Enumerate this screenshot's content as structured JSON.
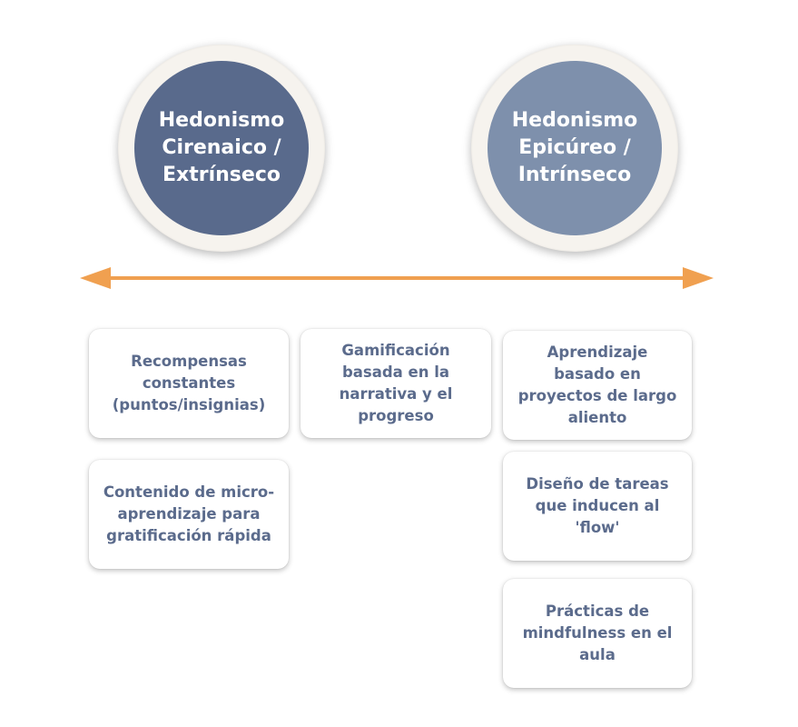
{
  "colors": {
    "left_circle": "#596a8c",
    "right_circle": "#7e90ac",
    "arrow": "#f0a050",
    "card_text": "#5b6b8c"
  },
  "circles": {
    "left": {
      "label": "Hedonismo Cirenaico / Extrínseco"
    },
    "right": {
      "label": "Hedonismo Epicúreo / Intrínseco"
    }
  },
  "arrow": {
    "icon": "double-headed-arrow"
  },
  "cards": {
    "recompensas": "Recompensas constantes (puntos/insignias)",
    "microaprendizaje": "Contenido de micro-aprendizaje para gratificación rápida",
    "gamificacion": "Gamificación basada en la narrativa y el progreso",
    "proyectos": "Aprendizaje basado en proyectos de largo aliento",
    "flow": "Diseño de tareas que inducen al 'flow'",
    "mindfulness": "Prácticas de mindfulness en el aula"
  }
}
